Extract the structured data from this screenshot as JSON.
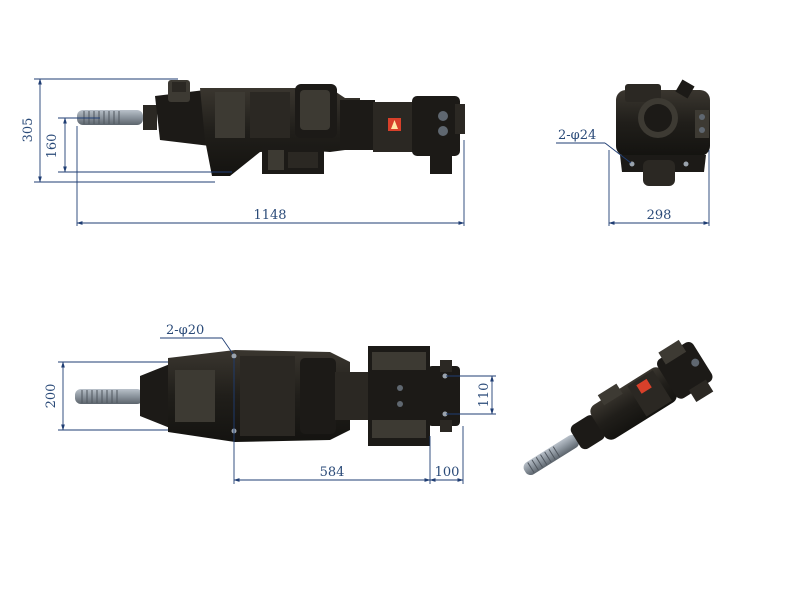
{
  "colors": {
    "dimension_line": "#1f3d73",
    "dimension_text": "#2a4a78",
    "machine_body": "#1c1a17",
    "drill_rod": "#8e97a1",
    "warning_label": "#d8402a"
  },
  "views": {
    "side": {
      "height_total": "305",
      "height_rod": "160",
      "length_total": "1148"
    },
    "front": {
      "hole_spec": "2-φ24",
      "width": "298"
    },
    "top": {
      "hole_spec": "2-φ20",
      "width": "200",
      "mount_spacing": "110",
      "length_mount": "584",
      "length_end": "100"
    }
  }
}
